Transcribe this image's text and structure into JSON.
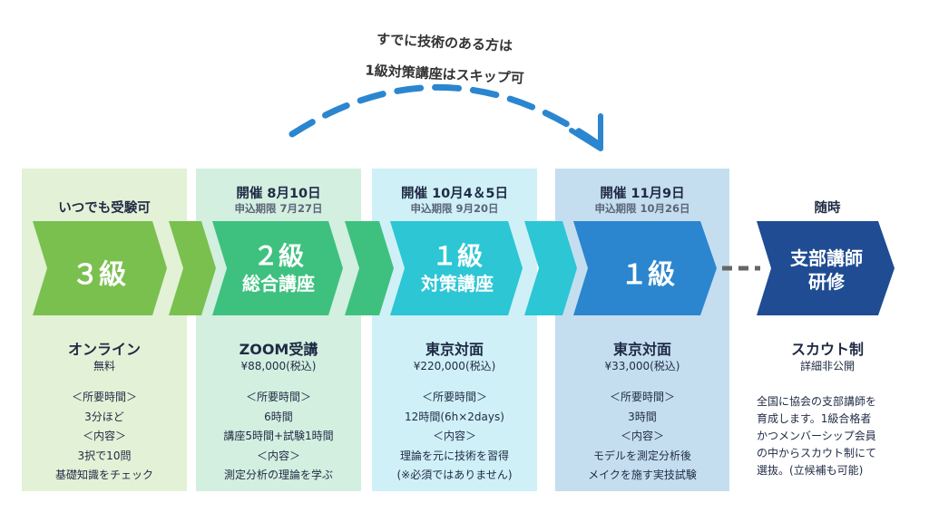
{
  "skip_note": {
    "line1": "すでに技術のある方は",
    "line2": "1級対策講座はスキップ可"
  },
  "columns": [
    {
      "schedule_title": "いつでも受験可",
      "schedule_sub": "",
      "arrow_line1": "３級",
      "arrow_line2": "",
      "format": "オンライン",
      "price": "無料",
      "details": [
        "＜所要時間＞",
        "3分ほど",
        "＜内容＞",
        "3択で10問",
        "基礎知識をチェック"
      ]
    },
    {
      "schedule_title": "開催 8月10日",
      "schedule_sub": "申込期限 7月27日",
      "arrow_line1": "２級",
      "arrow_line2": "総合講座",
      "format": "ZOOM受講",
      "price": "¥88,000(税込)",
      "details": [
        "＜所要時間＞",
        "6時間",
        "講座5時間+試験1時間",
        "＜内容＞",
        "測定分析の理論を学ぶ"
      ]
    },
    {
      "schedule_title": "開催 10月4＆5日",
      "schedule_sub": "申込期限 9月20日",
      "arrow_line1": "１級",
      "arrow_line2": "対策講座",
      "format": "東京対面",
      "price": "¥220,000(税込)",
      "details": [
        "＜所要時間＞",
        "12時間(6h×2days)",
        "＜内容＞",
        "理論を元に技術を習得",
        "(※必須ではありません)"
      ]
    },
    {
      "schedule_title": "開催 11月9日",
      "schedule_sub": "申込期限 10月26日",
      "arrow_line1": "１級",
      "arrow_line2": "",
      "format": "東京対面",
      "price": "¥33,000(税込)",
      "details": [
        "＜所要時間＞",
        "3時間",
        "＜内容＞",
        "モデルを測定分析後",
        "メイクを施す実技試験"
      ]
    },
    {
      "schedule_title": "随時",
      "schedule_sub": "",
      "arrow_line1": "支部講師",
      "arrow_line2": "研修",
      "format": "スカウト制",
      "price": "詳細非公開",
      "details": [
        "全国に協会の支部講師を",
        "育成します。1級合格者",
        "かつメンバーシップ会員",
        "の中からスカウト制にて",
        "選抜。(立候補も可能)"
      ]
    }
  ],
  "colors": {
    "panel1": "#e3f1d6",
    "panel2": "#d3efe0",
    "panel3": "#cff0f7",
    "panel4": "#c4def0",
    "arrow1": "#7ac04f",
    "arrow2": "#3ec17f",
    "arrow3": "#2cc6d5",
    "arrow4": "#2b86cf",
    "arrow5": "#1f4c93",
    "dash": "#2b86cf",
    "connector": "#666666"
  }
}
